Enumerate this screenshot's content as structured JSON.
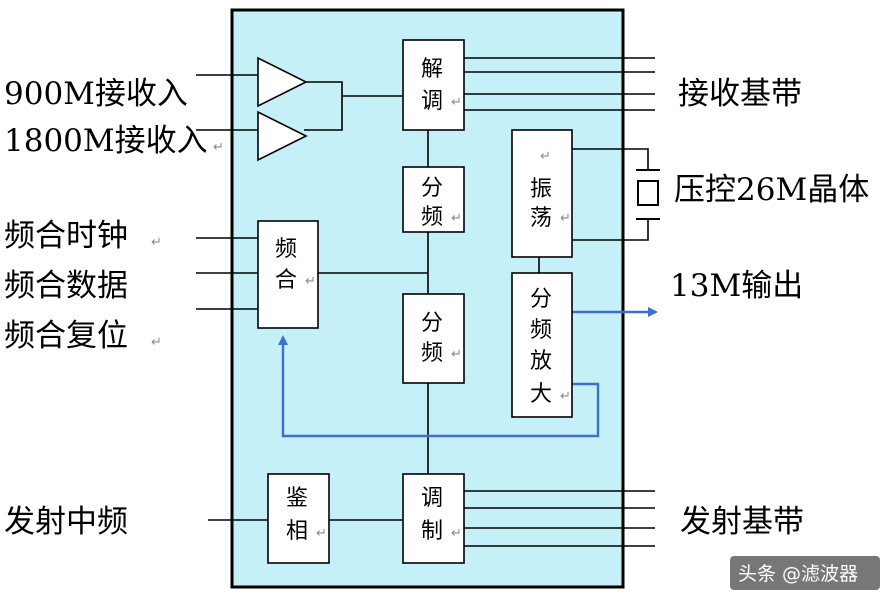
{
  "colors": {
    "chip_fill": "#c5f0f8",
    "chip_border": "#000000",
    "block_fill": "#ffffff",
    "line": "#000000",
    "feedback_arrow": "#3d6fd0",
    "watermark_bg": "#555555"
  },
  "inputs": {
    "rx_900": "900M接收入",
    "rx_1800": "1800M接收入",
    "synth_clock": "频合时钟",
    "synth_data": "频合数据",
    "synth_reset": "频合复位",
    "tx_if": "发射中频"
  },
  "outputs": {
    "rx_baseband": "接收基带",
    "vcxo_crystal": "压控26M晶体",
    "out_13m": "13M输出",
    "tx_baseband": "发射基带"
  },
  "blocks": {
    "demod": [
      "解",
      "调"
    ],
    "divider_upper": [
      "分",
      "频"
    ],
    "divider_lower": [
      "分",
      "频"
    ],
    "synth": [
      "频",
      "合"
    ],
    "oscillator": [
      "振",
      "荡"
    ],
    "div_amp": [
      "分",
      "频",
      "放",
      "大"
    ],
    "phase_det": [
      "鉴",
      "相"
    ],
    "modulator": [
      "调",
      "制"
    ]
  },
  "watermark": "头条 @滤波器"
}
